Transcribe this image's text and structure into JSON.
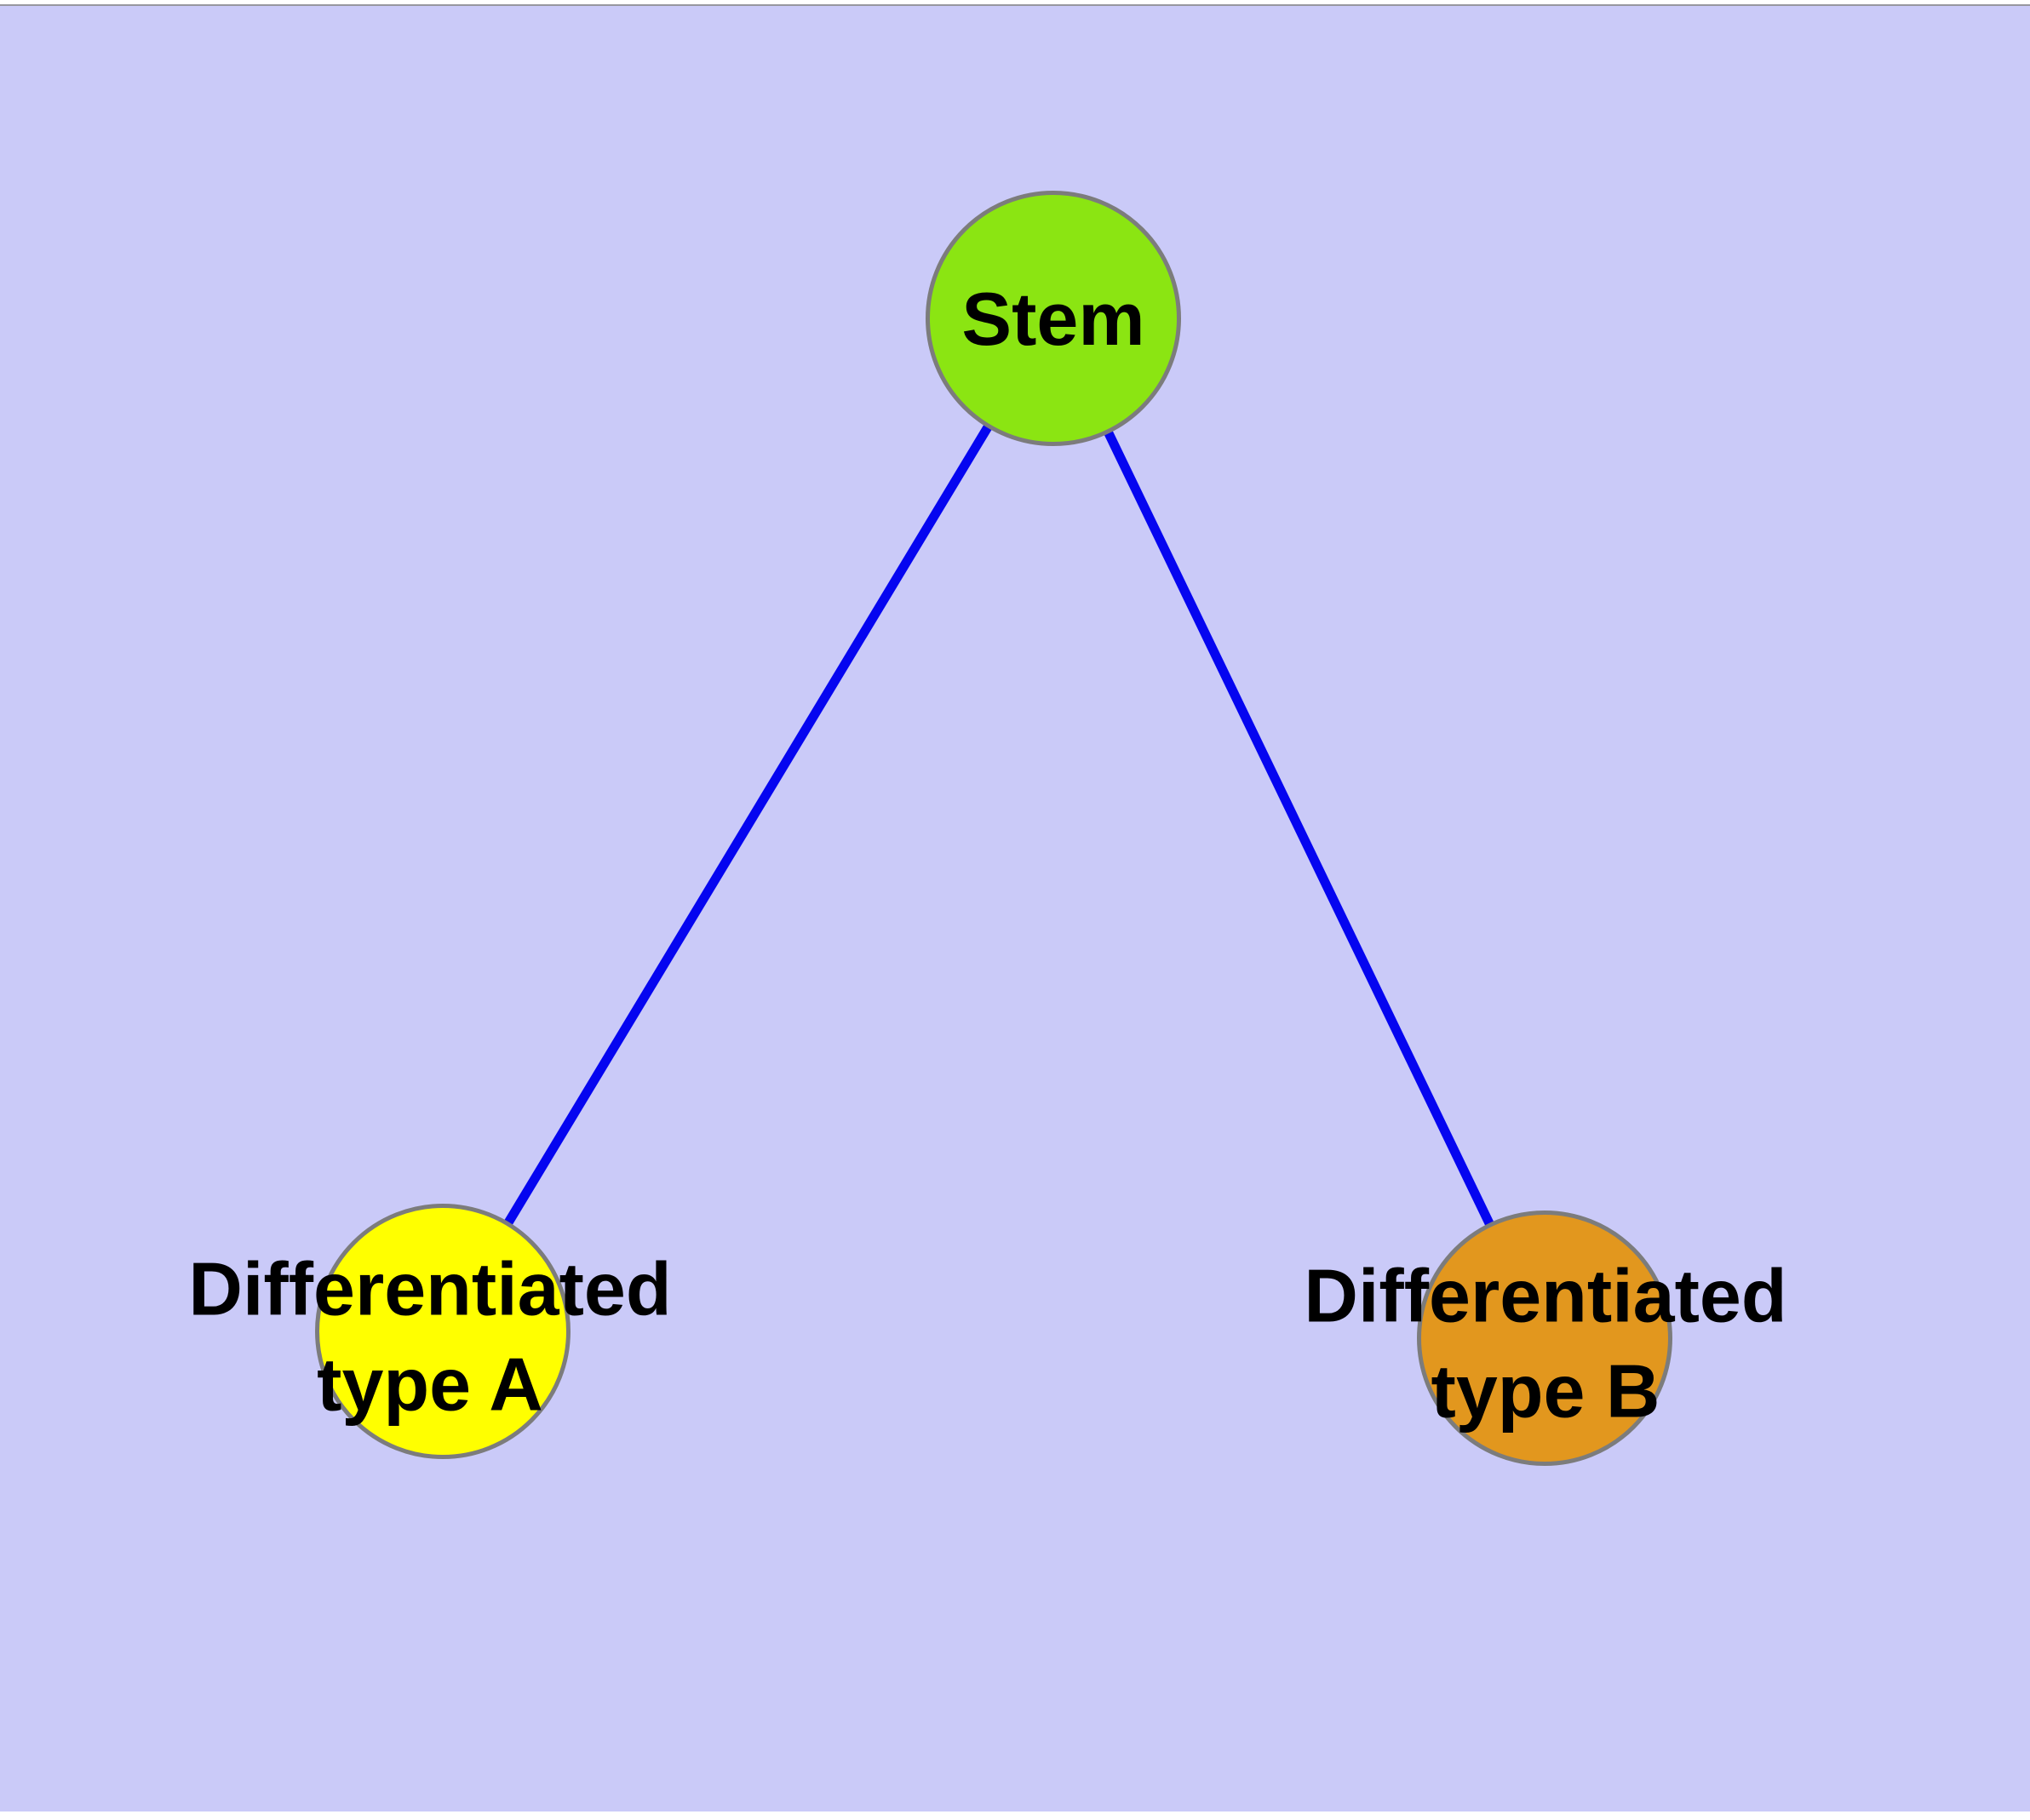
{
  "diagram": {
    "type": "graph",
    "nodes": [
      {
        "id": "stem",
        "label": "Stem"
      },
      {
        "id": "differentiated-type-a",
        "label": "Differentiated\ntype A"
      },
      {
        "id": "differentiated-type-b",
        "label": "Differentiated\ntype B"
      }
    ],
    "edges": [
      {
        "from": "stem",
        "to": "differentiated-type-a"
      },
      {
        "from": "stem",
        "to": "differentiated-type-b"
      }
    ]
  },
  "colors": {
    "page_margin": "#FFFFFF",
    "plot_background": "#CACAF8",
    "top_hairline": "#97979F",
    "stem_fill": "#8BE512",
    "differentiated_type_a_fill": "#FFFF00",
    "differentiated_type_b_fill": "#E2971E",
    "node_border": "#7C7C7C",
    "edge_stroke": "#0505F0",
    "label_color": "#000000"
  }
}
